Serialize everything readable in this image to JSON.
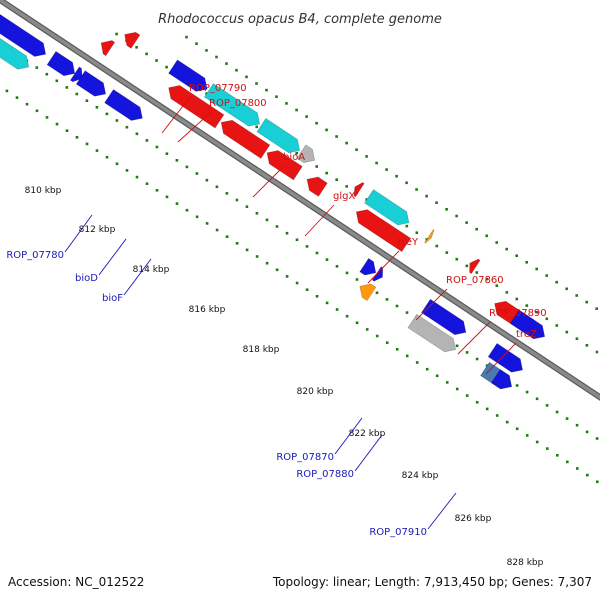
{
  "title": "Rhodococcus opacus B4, complete genome",
  "footer": {
    "accession": "Accession: NC_012522",
    "topology": "Topology: linear; Length: 7,913,450 bp; Genes: 7,307"
  },
  "colors": {
    "background": "#ffffff",
    "backbone": "#8a8a8a",
    "tick_dots": "#1e7b12",
    "forward_cds": "#1414dc",
    "reverse_cds": "#e81414",
    "forward_label": "#1a1ab8",
    "reverse_label": "#d01010",
    "highlight_cyan": "#18cfd6",
    "rna_orange": "#ff9a10",
    "pseudo_gray": "#b4b4b4",
    "steel_blue": "#4a78b0"
  },
  "scale": {
    "unit": "kbp",
    "ticks": [
      {
        "label": "810 kbp"
      },
      {
        "label": "812 kbp"
      },
      {
        "label": "814 kbp"
      },
      {
        "label": "816 kbp"
      },
      {
        "label": "818 kbp"
      },
      {
        "label": "820 kbp"
      },
      {
        "label": "822 kbp"
      },
      {
        "label": "824 kbp"
      },
      {
        "label": "826 kbp"
      },
      {
        "label": "828 kbp"
      }
    ]
  },
  "gene_labels": [
    {
      "text": "ROP_07790",
      "strand": "reverse"
    },
    {
      "text": "ROP_07800",
      "strand": "reverse"
    },
    {
      "text": "bioA",
      "strand": "reverse"
    },
    {
      "text": "glgX",
      "strand": "reverse"
    },
    {
      "text": "treY",
      "strand": "reverse"
    },
    {
      "text": "ROP_07860",
      "strand": "reverse"
    },
    {
      "text": "ROP_07890",
      "strand": "reverse"
    },
    {
      "text": "treZ",
      "strand": "reverse"
    },
    {
      "text": "ROP_07780",
      "strand": "forward"
    },
    {
      "text": "bioD",
      "strand": "forward"
    },
    {
      "text": "bioF",
      "strand": "forward"
    },
    {
      "text": "ROP_07870",
      "strand": "forward"
    },
    {
      "text": "ROP_07880",
      "strand": "forward"
    },
    {
      "text": "ROP_07910",
      "strand": "forward"
    }
  ]
}
